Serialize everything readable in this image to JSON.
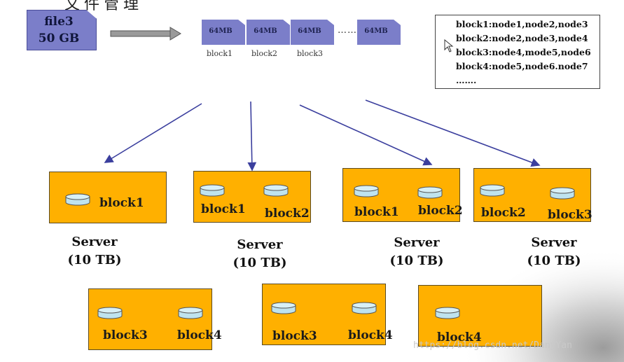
{
  "title_fragment": "文件管理",
  "file": {
    "name": "file3",
    "size": "50 GB"
  },
  "blocks": [
    {
      "size": "64MB",
      "label": "block1"
    },
    {
      "size": "64MB",
      "label": "block2"
    },
    {
      "size": "64MB",
      "label": "block3"
    },
    {
      "size": "64MB",
      "label": ""
    }
  ],
  "ellipsis": "……",
  "mapping": [
    "block1:node1,node2,node3",
    "block2:node2,node3,node4",
    "block3:node4,mode5,node6",
    "block4:node5,node6.node7",
    "……."
  ],
  "servers": [
    {
      "blocks": [
        "block1"
      ],
      "label": "Server",
      "capacity": "(10 TB)"
    },
    {
      "blocks": [
        "block1",
        "block2"
      ],
      "label": "Server",
      "capacity": "(10 TB)"
    },
    {
      "blocks": [
        "block1",
        "block2"
      ],
      "label": "Server",
      "capacity": "(10 TB)"
    },
    {
      "blocks": [
        "block2",
        "block3"
      ],
      "label": "Server",
      "capacity": "(10 TB)"
    },
    {
      "blocks": [
        "block3",
        "block4"
      ]
    },
    {
      "blocks": [
        "block3",
        "block4"
      ]
    },
    {
      "blocks": [
        "block4"
      ]
    }
  ],
  "watermark": "https://blog.csdn.net/DanyYan",
  "colors": {
    "server_fill": "#ffb000",
    "block_fill": "#7b7ec9",
    "arrow": "#3b3f9e",
    "cylinder": "#bfe3ee"
  }
}
